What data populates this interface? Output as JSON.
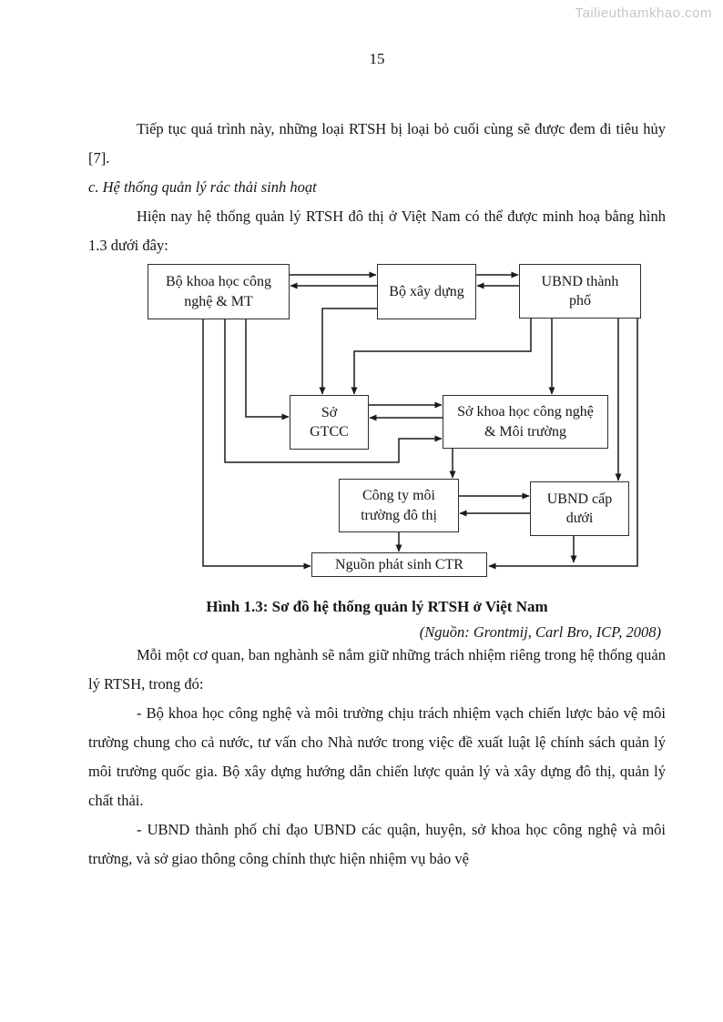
{
  "watermark": "Tailieuthamkhao.com",
  "page_number": "15",
  "body": {
    "p1": "Tiếp tục quá trình này, những loại RTSH bị loại bỏ cuối cùng sẽ được đem đi tiêu hủy [7].",
    "heading_c": "c. Hệ thống quản lý rác thải sinh hoạt",
    "p2": "Hiện nay hệ thống quản lý RTSH đô thị ở Việt Nam có thể được minh hoạ bằng hình 1.3 dưới đây:",
    "p3": "Mỗi một cơ quan, ban nghành sẽ nắm giữ những trách nhiệm riêng trong hệ thống quản lý RTSH, trong đó:",
    "p4": "- Bộ khoa học công nghệ và môi trường chịu trách nhiệm vạch chiến lược bảo vệ môi trường chung cho cả nước, tư vấn cho Nhà nước trong việc đề xuất luật lệ chính sách quản lý môi trường quốc gia. Bộ xây dựng hướng dẫn chiến lược quản lý và xây dựng đô thị, quản lý chất thải.",
    "p5": "- UBND thành phố chỉ đạo UBND các quận, huyện, sở khoa học công nghệ và môi trường, và sở giao thông công chính thực hiện nhiệm vụ bảo vệ"
  },
  "figure": {
    "caption": "Hình 1.3: Sơ đồ hệ thống quản lý RTSH ở Việt Nam",
    "source": "(Nguồn: Grontmij, Carl Bro, ICP, 2008)",
    "nodes": [
      {
        "id": "bo-khcn-mt",
        "lines": [
          "Bộ khoa học công",
          "nghệ & MT"
        ]
      },
      {
        "id": "bo-xay-dung",
        "lines": [
          "Bộ xây dựng"
        ]
      },
      {
        "id": "ubnd-thanh-pho",
        "lines": [
          "UBND thành",
          "phố"
        ]
      },
      {
        "id": "so-gtcc",
        "lines": [
          "Sở",
          "GTCC"
        ]
      },
      {
        "id": "so-khcn-moi-truong",
        "lines": [
          "Sở khoa học công nghệ",
          "& Môi trường"
        ]
      },
      {
        "id": "cong-ty-moi-truong",
        "lines": [
          "Công ty môi",
          "trường đô thị"
        ]
      },
      {
        "id": "ubnd-cap-duoi",
        "lines": [
          "UBND cấp",
          "dưới"
        ]
      },
      {
        "id": "nguon-phat-sinh-ctr",
        "lines": [
          "Nguồn phát sinh CTR"
        ]
      }
    ],
    "edges": [
      {
        "from": "bo-khcn-mt",
        "to": "bo-xay-dung"
      },
      {
        "from": "bo-xay-dung",
        "to": "bo-khcn-mt"
      },
      {
        "from": "bo-xay-dung",
        "to": "ubnd-thanh-pho"
      },
      {
        "from": "ubnd-thanh-pho",
        "to": "bo-xay-dung"
      },
      {
        "from": "bo-xay-dung",
        "to": "so-gtcc"
      },
      {
        "from": "ubnd-thanh-pho",
        "to": "so-gtcc"
      },
      {
        "from": "ubnd-thanh-pho",
        "to": "so-khcn-moi-truong"
      },
      {
        "from": "ubnd-thanh-pho",
        "to": "ubnd-cap-duoi"
      },
      {
        "from": "ubnd-thanh-pho",
        "to": "nguon-phat-sinh-ctr"
      },
      {
        "from": "bo-khcn-mt",
        "to": "so-gtcc"
      },
      {
        "from": "bo-khcn-mt",
        "to": "so-khcn-moi-truong"
      },
      {
        "from": "bo-khcn-mt",
        "to": "nguon-phat-sinh-ctr"
      },
      {
        "from": "so-gtcc",
        "to": "so-khcn-moi-truong"
      },
      {
        "from": "so-khcn-moi-truong",
        "to": "so-gtcc"
      },
      {
        "from": "so-khcn-moi-truong",
        "to": "cong-ty-moi-truong"
      },
      {
        "from": "cong-ty-moi-truong",
        "to": "ubnd-cap-duoi"
      },
      {
        "from": "ubnd-cap-duoi",
        "to": "cong-ty-moi-truong"
      },
      {
        "from": "cong-ty-moi-truong",
        "to": "nguon-phat-sinh-ctr"
      },
      {
        "from": "ubnd-cap-duoi",
        "to": "nguon-phat-sinh-ctr"
      }
    ]
  },
  "colors": {
    "ink": "#1a1a1a",
    "box_border": "#2e2e2e",
    "watermark": "#c6c6c6",
    "background": "#ffffff"
  }
}
